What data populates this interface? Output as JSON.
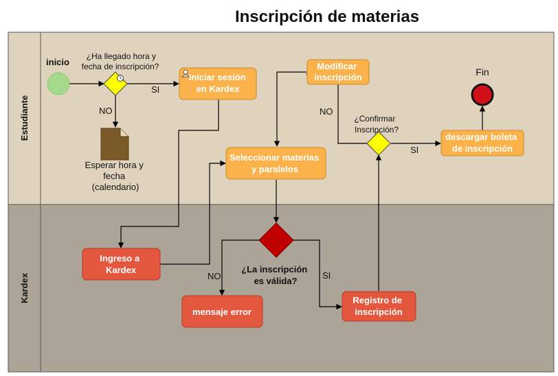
{
  "title": "Inscripción de materias",
  "lanes": {
    "student": "Estudiante",
    "kardex": "Kardex"
  },
  "nodes": {
    "start": "inicio",
    "q_time_line1": "¿Ha llegado hora y",
    "q_time_line2": "fecha de inscripción?",
    "wait_doc_line1": "Esperar hora y",
    "wait_doc_line2": "fecha",
    "wait_doc_line3": "(calendario)",
    "login_line1": "Iniciar sesión",
    "login_line2": "en Kardex",
    "select_line1": "Seleccionar materias",
    "select_line2": "y paralelos",
    "modify_line1": "Modificar",
    "modify_line2": "inscripción",
    "q_confirm_line1": "¿Confirmar",
    "q_confirm_line2": "Inscripción?",
    "download_line1": "descargar boleta",
    "download_line2": "de inscripción",
    "end": "Fin",
    "kardex_login_line1": "Ingreso a",
    "kardex_login_line2": "Kardex",
    "q_valid_line1": "¿La inscripción",
    "q_valid_line2": "es válida?",
    "error": "mensaje error",
    "register_line1": "Registro de",
    "register_line2": "inscripción"
  },
  "edge_labels": {
    "time_yes": "SI",
    "time_no": "NO",
    "confirm_no": "NO",
    "confirm_yes": "SI",
    "valid_no": "NO",
    "valid_yes": "SI"
  },
  "colors": {
    "lane_student": "#dfd3bd",
    "lane_kardex": "#aca497",
    "header_student": "#dfd3bd",
    "header_kardex": "#aca497",
    "task_orange": "#fbb24b",
    "task_red": "#e3573f",
    "gateway_yellow": "#ffff00",
    "gateway_red": "#c00000",
    "start_green": "#a5d98c",
    "end_red": "#d0101a",
    "document_brown": "#7a5a28"
  }
}
